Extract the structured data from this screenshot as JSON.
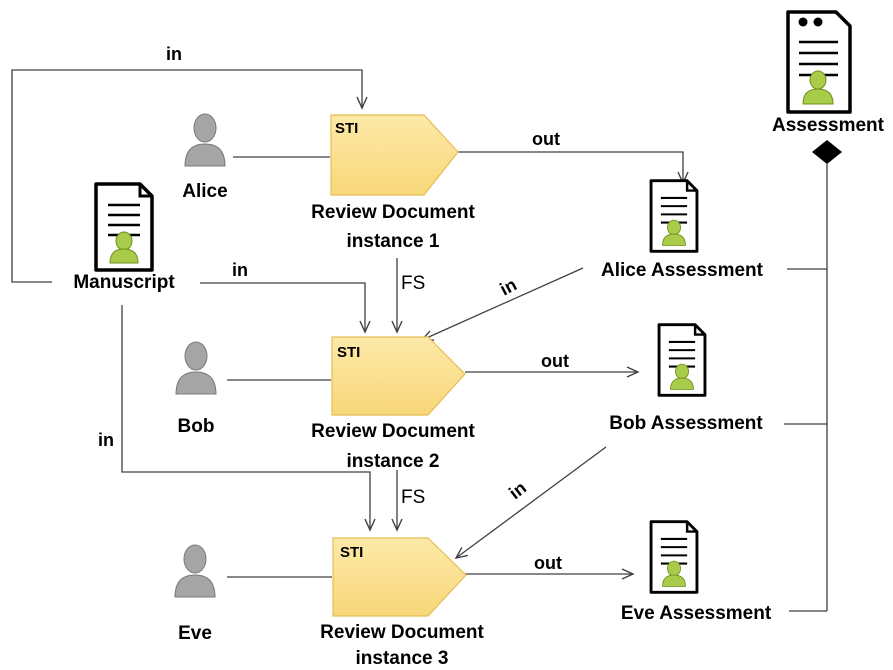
{
  "actors": {
    "alice": "Alice",
    "bob": "Bob",
    "eve": "Eve"
  },
  "tasks": {
    "badge": "STI",
    "t1_line1": "Review Document",
    "t1_line2": "instance 1",
    "t2_line1": "Review Document",
    "t2_line2": "instance 2",
    "t3_line1": "Review Document",
    "t3_line2": "instance 3"
  },
  "documents": {
    "manuscript": "Manuscript",
    "alice_assessment": "Alice Assessment",
    "bob_assessment": "Bob Assessment",
    "eve_assessment": "Eve Assessment",
    "assessment": "Assessment"
  },
  "edges": {
    "in": "in",
    "out": "out",
    "fs": "FS"
  },
  "colors": {
    "task_fill": "#fbe08f",
    "task_stroke": "#e7c15a",
    "person": "#9a9a9a",
    "doc_person": "#9bc23c",
    "line": "#404040"
  }
}
